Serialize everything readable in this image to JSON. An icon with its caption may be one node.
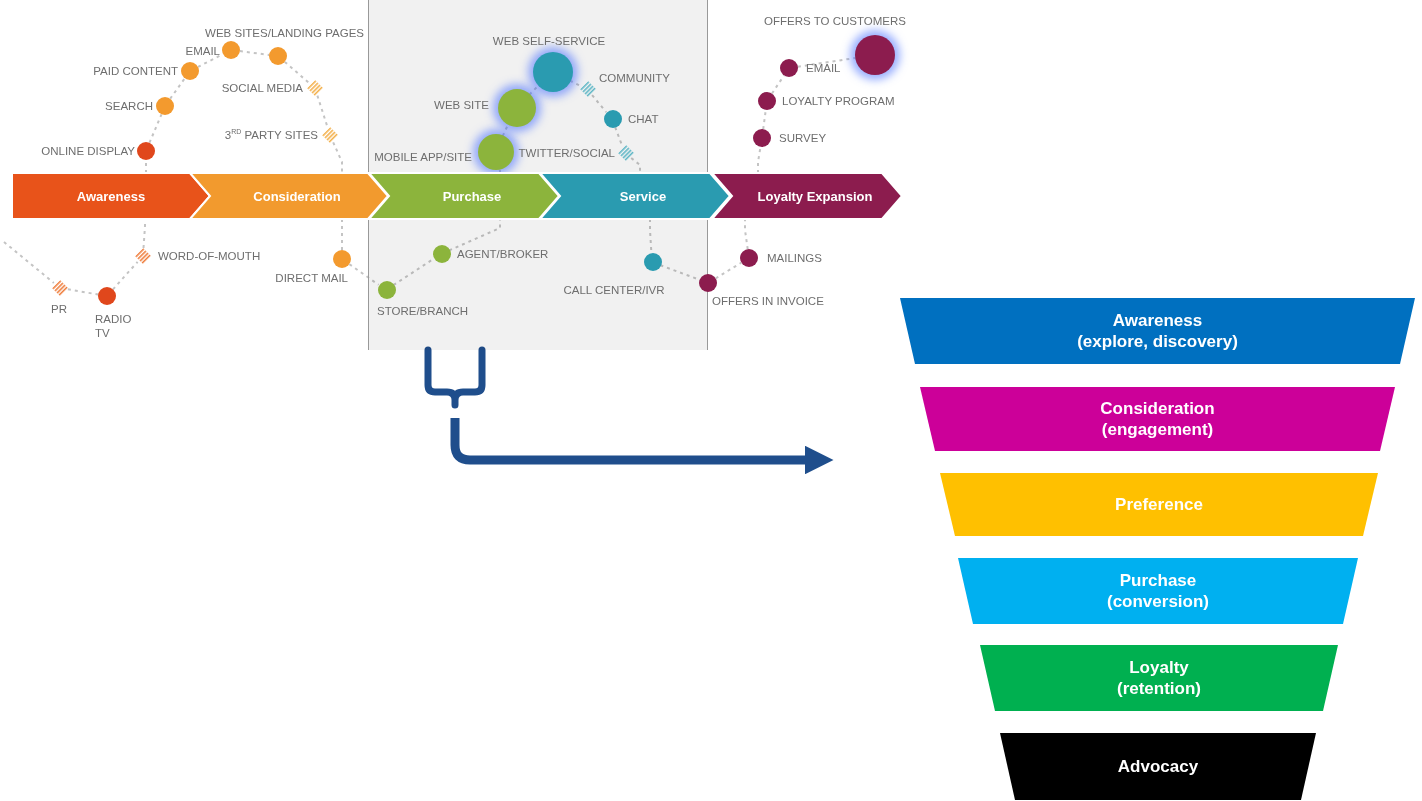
{
  "diagram": {
    "nodes": [
      {
        "text": [],
        "shape": "box"
      },
      {
        "text": [
          "Awareness"
        ]
      },
      {
        "text": [
          "Consideration"
        ]
      },
      {
        "text": [
          "Purchase"
        ],
        "in": 0
      },
      {
        "text": [
          "Service"
        ]
      },
      {
        "text": [
          "Loyalty Expansion"
        ]
      },
      {
        "text": [],
        "shape": "diamond",
        "beside": [
          "PR"
        ]
      },
      {
        "text": [],
        "shape": "circle",
        "beside": [
          "RADIO TV"
        ]
      },
      {
        "text": [],
        "shape": "diamond",
        "beside": [
          "WORD-OF-MOUTH"
        ]
      },
      {
        "text": [],
        "shape": "circle",
        "beside": [
          "ONLINE DISPLAY"
        ]
      },
      {
        "text": [],
        "shape": "circle",
        "beside": [
          "SEARCH"
        ]
      },
      {
        "text": [],
        "shape": "circle",
        "beside": [
          "PAID CONTENT"
        ]
      },
      {
        "text": [],
        "shape": "circle",
        "beside": [
          "EMAIL"
        ]
      },
      {
        "text": [],
        "shape": "circle",
        "beside": [
          "WEB SITES/LANDING PAGES"
        ]
      },
      {
        "text": [],
        "shape": "diamond",
        "beside": [
          "SOCIAL MEDIA"
        ]
      },
      {
        "text": [],
        "shape": "diamond",
        "beside": [
          "3$^{RD}$ PARTY SITES"
        ]
      },
      {
        "text": [],
        "shape": "circle",
        "beside": [
          "DIRECT MAIL"
        ]
      },
      {
        "text": [],
        "shape": "circle",
        "beside": [
          "STORE/BRANCH"
        ],
        "in": 0
      },
      {
        "text": [],
        "shape": "circle",
        "beside": [
          "AGENT/BROKER"
        ],
        "in": 0
      },
      {
        "text": [],
        "shape": "circle",
        "beside": [
          "MOBILE APP/SITE"
        ],
        "in": 0
      },
      {
        "text": [],
        "shape": "circle",
        "beside": [
          "WEB SITE"
        ],
        "in": 0
      },
      {
        "text": [],
        "shape": "circle",
        "beside": [
          "WEB SELF-SERVICE"
        ],
        "in": 0
      },
      {
        "text": [],
        "shape": "diamond",
        "beside": [
          "COMMUNITY"
        ],
        "in": 0
      },
      {
        "text": [],
        "shape": "circle",
        "beside": [
          "CHAT"
        ],
        "in": 0
      },
      {
        "text": [],
        "shape": "diamond",
        "beside": [
          "TWITTER/SOCIAL"
        ],
        "in": 0
      },
      {
        "text": [],
        "shape": "circle",
        "beside": [
          "CALL CENTER/IVR"
        ],
        "in": 0
      },
      {
        "text": [],
        "shape": "circle",
        "beside": [
          "OFFERS IN INVOICE"
        ]
      },
      {
        "text": [],
        "shape": "circle",
        "beside": [
          "MAILINGS"
        ]
      },
      {
        "text": [],
        "shape": "circle",
        "beside": [
          "SURVEY"
        ]
      },
      {
        "text": [],
        "shape": "circle",
        "beside": [
          "LOYALTY PROGRAM"
        ]
      },
      {
        "text": [],
        "shape": "circle",
        "beside": [
          "EMAIL"
        ]
      },
      {
        "text": [],
        "shape": "circle",
        "beside": [
          "OFFERS TO CUSTOMERS"
        ]
      },
      {
        "text": [
          "Awareness",
          "(explore, discovery)"
        ]
      },
      {
        "text": [
          "Consideration",
          "(engagement)"
        ]
      },
      {
        "text": [
          "Preference"
        ]
      },
      {
        "text": [
          "Purchase",
          "(conversion)"
        ]
      },
      {
        "text": [
          "Loyalty",
          "(retention)"
        ]
      },
      {
        "text": [
          "Advocacy"
        ]
      }
    ],
    "edges": [
      {
        "from": null,
        "to": 6,
        "arrow": "none",
        "style": "dashed"
      },
      {
        "from": 6,
        "to": 7,
        "arrow": "none",
        "style": "dashed"
      },
      {
        "from": 7,
        "to": 8,
        "arrow": "none",
        "style": "dashed"
      },
      {
        "from": 8,
        "to": 1,
        "arrow": "none",
        "style": "dashed"
      },
      {
        "from": 1,
        "to": 9,
        "arrow": "none",
        "style": "dashed"
      },
      {
        "from": 9,
        "to": 10,
        "arrow": "none",
        "style": "dashed"
      },
      {
        "from": 10,
        "to": 11,
        "arrow": "none",
        "style": "dashed"
      },
      {
        "from": 11,
        "to": 12,
        "arrow": "none",
        "style": "dashed"
      },
      {
        "from": 12,
        "to": 13,
        "arrow": "none",
        "style": "dashed"
      },
      {
        "from": 13,
        "to": 14,
        "arrow": "none",
        "style": "dashed"
      },
      {
        "from": 14,
        "to": 15,
        "arrow": "none",
        "style": "dashed"
      },
      {
        "from": 15,
        "to": 2,
        "arrow": "none",
        "style": "dashed"
      },
      {
        "from": 2,
        "to": 16,
        "arrow": "none",
        "style": "dashed"
      },
      {
        "from": 16,
        "to": 17,
        "arrow": "none",
        "style": "dashed"
      },
      {
        "from": 17,
        "to": 18,
        "arrow": "none",
        "style": "dashed"
      },
      {
        "from": 18,
        "to": 3,
        "arrow": "none",
        "style": "dashed"
      },
      {
        "from": 3,
        "to": 19,
        "arrow": "none",
        "style": "dashed"
      },
      {
        "from": 19,
        "to": 20,
        "arrow": "none",
        "style": "dashed"
      },
      {
        "from": 20,
        "to": 21,
        "arrow": "none",
        "style": "dashed"
      },
      {
        "from": 21,
        "to": 22,
        "arrow": "none",
        "style": "dashed"
      },
      {
        "from": 22,
        "to": 23,
        "arrow": "none",
        "style": "dashed"
      },
      {
        "from": 23,
        "to": 24,
        "arrow": "none",
        "style": "dashed"
      },
      {
        "from": 24,
        "to": 4,
        "arrow": "none",
        "style": "dashed"
      },
      {
        "from": 4,
        "to": 25,
        "arrow": "none",
        "style": "dashed"
      },
      {
        "from": 25,
        "to": 26,
        "arrow": "none",
        "style": "dashed"
      },
      {
        "from": 26,
        "to": 27,
        "arrow": "none",
        "style": "dashed"
      },
      {
        "from": 27,
        "to": 5,
        "arrow": "none",
        "style": "dashed"
      },
      {
        "from": 5,
        "to": 28,
        "arrow": "none",
        "style": "dashed"
      },
      {
        "from": 28,
        "to": 29,
        "arrow": "none",
        "style": "dashed"
      },
      {
        "from": 29,
        "to": 30,
        "arrow": "none",
        "style": "dashed"
      },
      {
        "from": 30,
        "to": 31,
        "arrow": "none",
        "style": "dashed"
      },
      {
        "from": 0,
        "to": null,
        "arrow": "to",
        "style": "thick",
        "color": "#1f4e8c"
      }
    ]
  }
}
